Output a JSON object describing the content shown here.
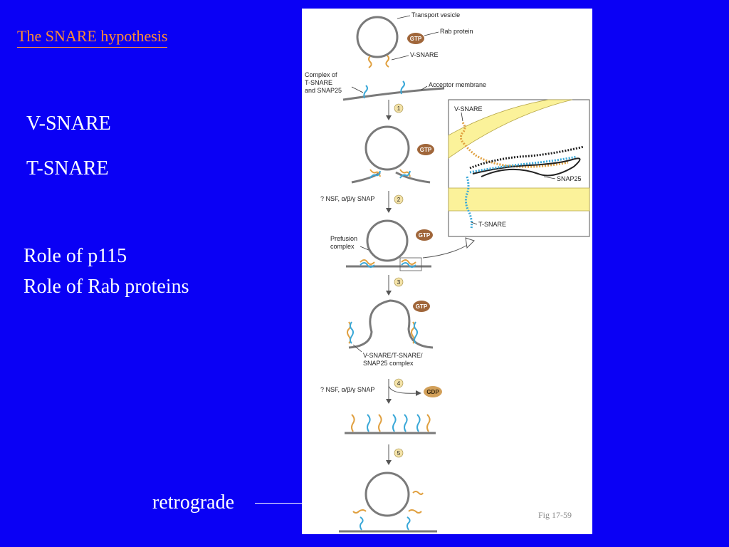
{
  "slide": {
    "title": "The SNARE hypothesis",
    "bullets": [
      "V-SNARE",
      "T-SNARE",
      "Role of  p115",
      "Role of Rab proteins"
    ],
    "retrograde_label": "retrograde"
  },
  "figure": {
    "label": "Fig 17-59",
    "labels": {
      "transport_vesicle": "Transport vesicle",
      "rab_protein": "Rab protein",
      "vsnare": "V-SNARE",
      "complex_line1": "Complex of",
      "complex_line2": "T-SNARE",
      "complex_line3": "and SNAP25",
      "acceptor_membrane": "Acceptor membrane",
      "nsf_snap": "? NSF, α/β/γ SNAP",
      "prefusion_line1": "Prefusion",
      "prefusion_line2": "complex",
      "snare_complex_line1": "V-SNARE/T-SNARE/",
      "snare_complex_line2": "SNAP25 complex",
      "inset_vsnare": "V-SNARE",
      "inset_snap25": "SNAP25",
      "inset_tsnare": "T-SNARE"
    },
    "steps": [
      "1",
      "2",
      "3",
      "4",
      "5"
    ],
    "badges": {
      "gtp": "GTP",
      "gdp": "GDP"
    }
  },
  "colors": {
    "background": "#0a00f5",
    "title": "#ff8a33",
    "vsnare": "#e0a040",
    "tsnare": "#3aa8d8",
    "membrane": "#7a7a7a",
    "gtp_badge": "#a0663a",
    "gdp_badge": "#d2a05a",
    "inset_membrane": "#fbf29a",
    "retrograde_arrow": "#f08a1c"
  }
}
